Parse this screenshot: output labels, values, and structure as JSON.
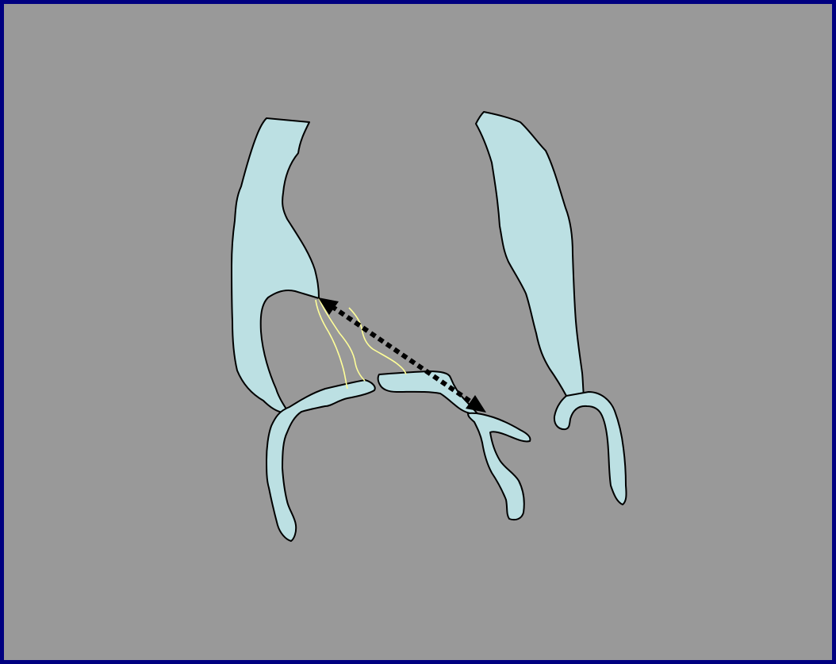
{
  "diagram": {
    "background_color": "#999999",
    "border_color": "#000080",
    "shape_fill_color": "#bce0e3",
    "outline_color": "#000000",
    "fiber_color": "#ffff99",
    "arrow_color": "#000000",
    "arrow_style": "dashed double-headed",
    "elements": [
      "left-tissue-segment",
      "right-tissue-segment",
      "left-duct",
      "middle-fragment",
      "right-branch",
      "right-duct"
    ]
  }
}
